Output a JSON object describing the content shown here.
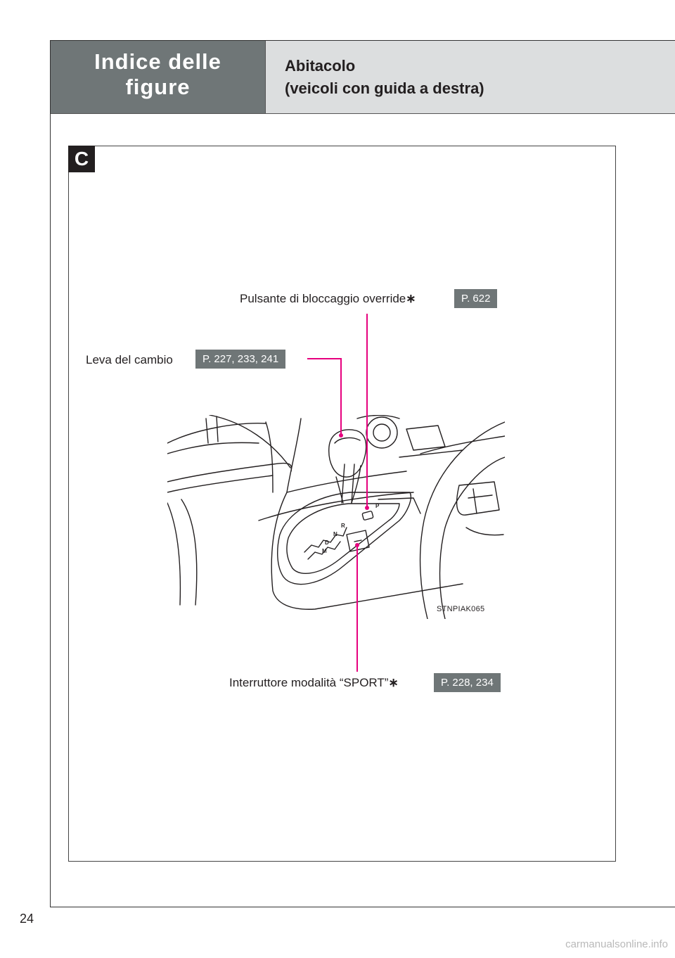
{
  "header": {
    "section_title_line1": "Indice delle",
    "section_title_line2": "figure",
    "sub_title_line1": "Abitacolo",
    "sub_title_line2": "(veicoli con guida a destra)"
  },
  "panel": {
    "tab_letter": "C",
    "illustration_code": "STNPIAK065",
    "callouts": {
      "override": {
        "label": "Pulsante di bloccaggio override",
        "marker": "∗",
        "ref": "P. 622"
      },
      "lever": {
        "label": "Leva del cambio",
        "ref": "P. 227, 233, 241"
      },
      "sport": {
        "label": "Interruttore modalità “SPORT”",
        "marker": "∗",
        "ref": "P. 228, 234"
      }
    },
    "gear_labels": [
      "P",
      "R",
      "N",
      "D",
      "M"
    ],
    "leader_color": "#e6007e"
  },
  "page_number": "24",
  "watermark": "carmanualsonline.info"
}
